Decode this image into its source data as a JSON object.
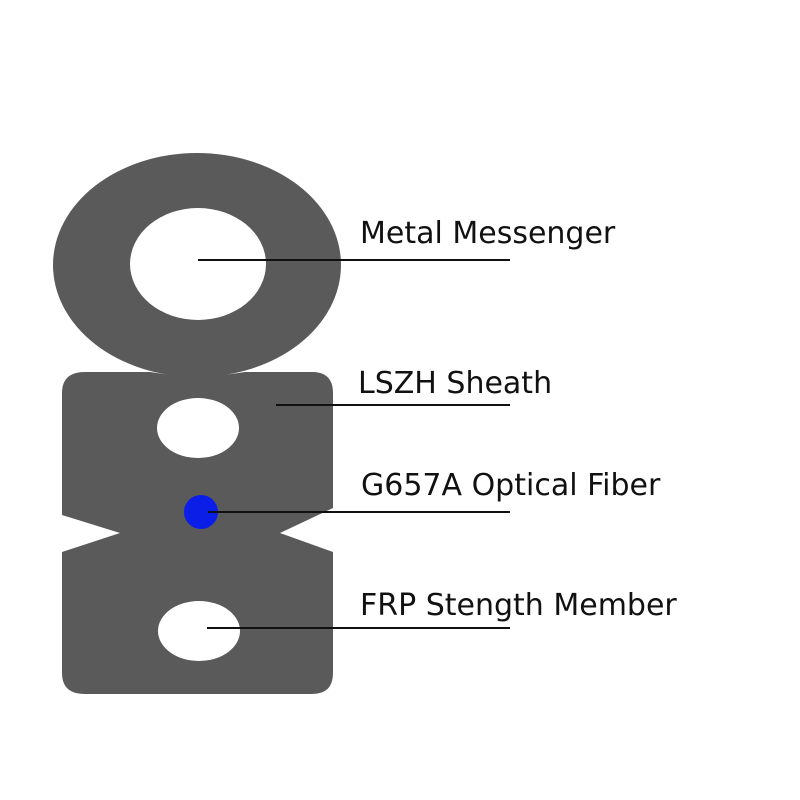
{
  "colors": {
    "cable": "#5a5a5a",
    "hole": "#ffffff",
    "fiber": "#0a1ee8",
    "leader_line": "#111111"
  },
  "labels": {
    "metal_messenger": "Metal Messenger",
    "lszh_sheath": "LSZH Sheath",
    "optical_fiber": "G657A Optical Fiber",
    "frp_member": "FRP Stength Member"
  }
}
